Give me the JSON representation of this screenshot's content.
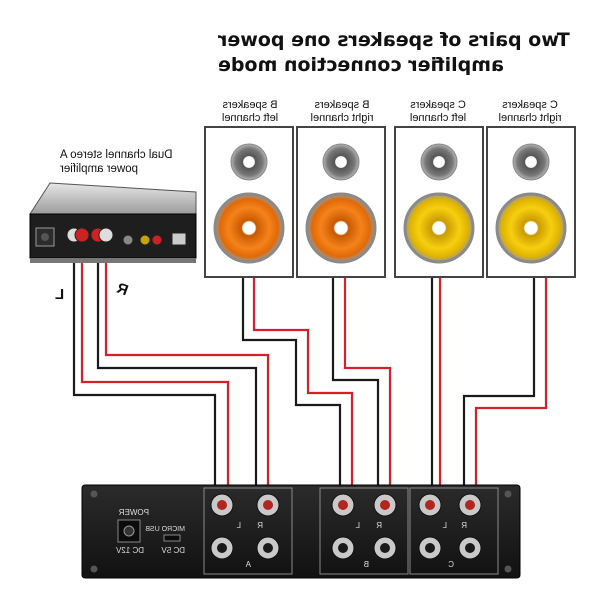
{
  "title": {
    "line1": "Two pairs of speakers one power",
    "line2": "amplifier connection mode"
  },
  "speakers": [
    {
      "line1": "B speakers",
      "line2": "left channel"
    },
    {
      "line1": "B speakers",
      "line2": "right channel"
    },
    {
      "line1": "C speakers",
      "line2": "left channel"
    },
    {
      "line1": "C speakers",
      "line2": "right channel"
    }
  ],
  "amplifier": {
    "line1": "Dual channel stereo A",
    "line2": "power amplifier",
    "left_marker": "L",
    "right_marker": "R"
  },
  "switch_box": {
    "power_label": "POWER",
    "dc_in_label": "DC 12V",
    "usb_label": "MICRO USB",
    "usb_sub_label": "DC 5V",
    "groups": [
      "A",
      "B",
      "C"
    ],
    "left_label": "L",
    "right_label": "R"
  },
  "colors": {
    "wire_red": "#d4202a",
    "wire_black": "#1a1a1a",
    "cone_orange": "#f07a10",
    "cone_yellow": "#f2c200",
    "panel": "#1c1c1c"
  }
}
